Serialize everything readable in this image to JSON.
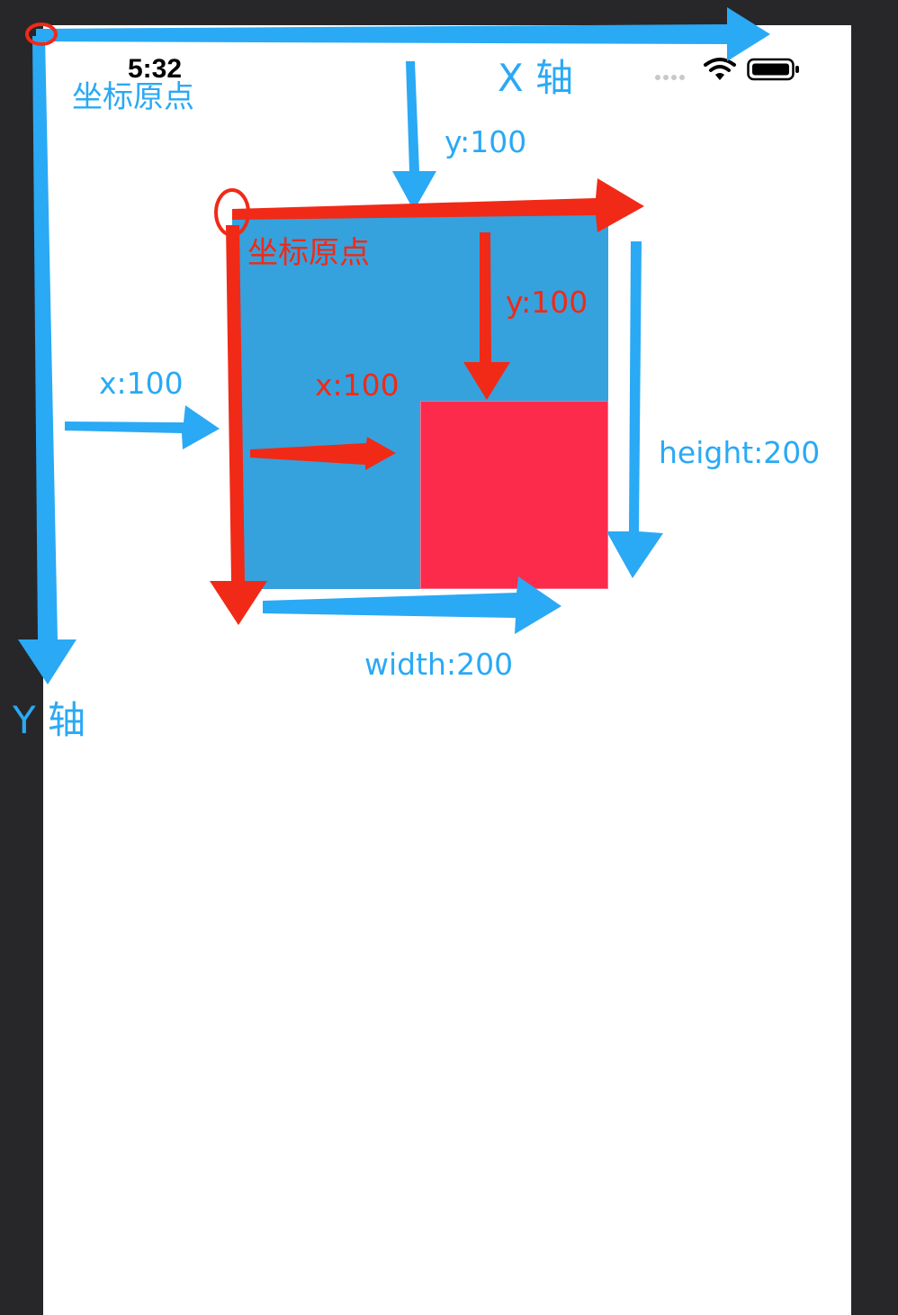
{
  "status_bar": {
    "time": "5:32",
    "wifi_icon": "wifi-icon",
    "battery_icon": "battery-icon",
    "signal_icon": "signal-dots-icon"
  },
  "outer_frame": {
    "origin_label": "坐标原点",
    "x_axis_label": "X 轴",
    "y_axis_label": "Y 轴",
    "x_offset_label": "x:100",
    "y_offset_label": "y:100",
    "width_label": "width:200",
    "height_label": "height:200"
  },
  "inner_frame": {
    "origin_label": "坐标原点",
    "x_offset_label": "x:100",
    "y_offset_label": "y:100"
  },
  "colors": {
    "annotation_blue": "#2aa9f5",
    "annotation_red": "#f02a17",
    "parent_view": "#35a2de",
    "child_view": "#fc2a4b",
    "background": "#ffffff",
    "frame": "#272729"
  }
}
